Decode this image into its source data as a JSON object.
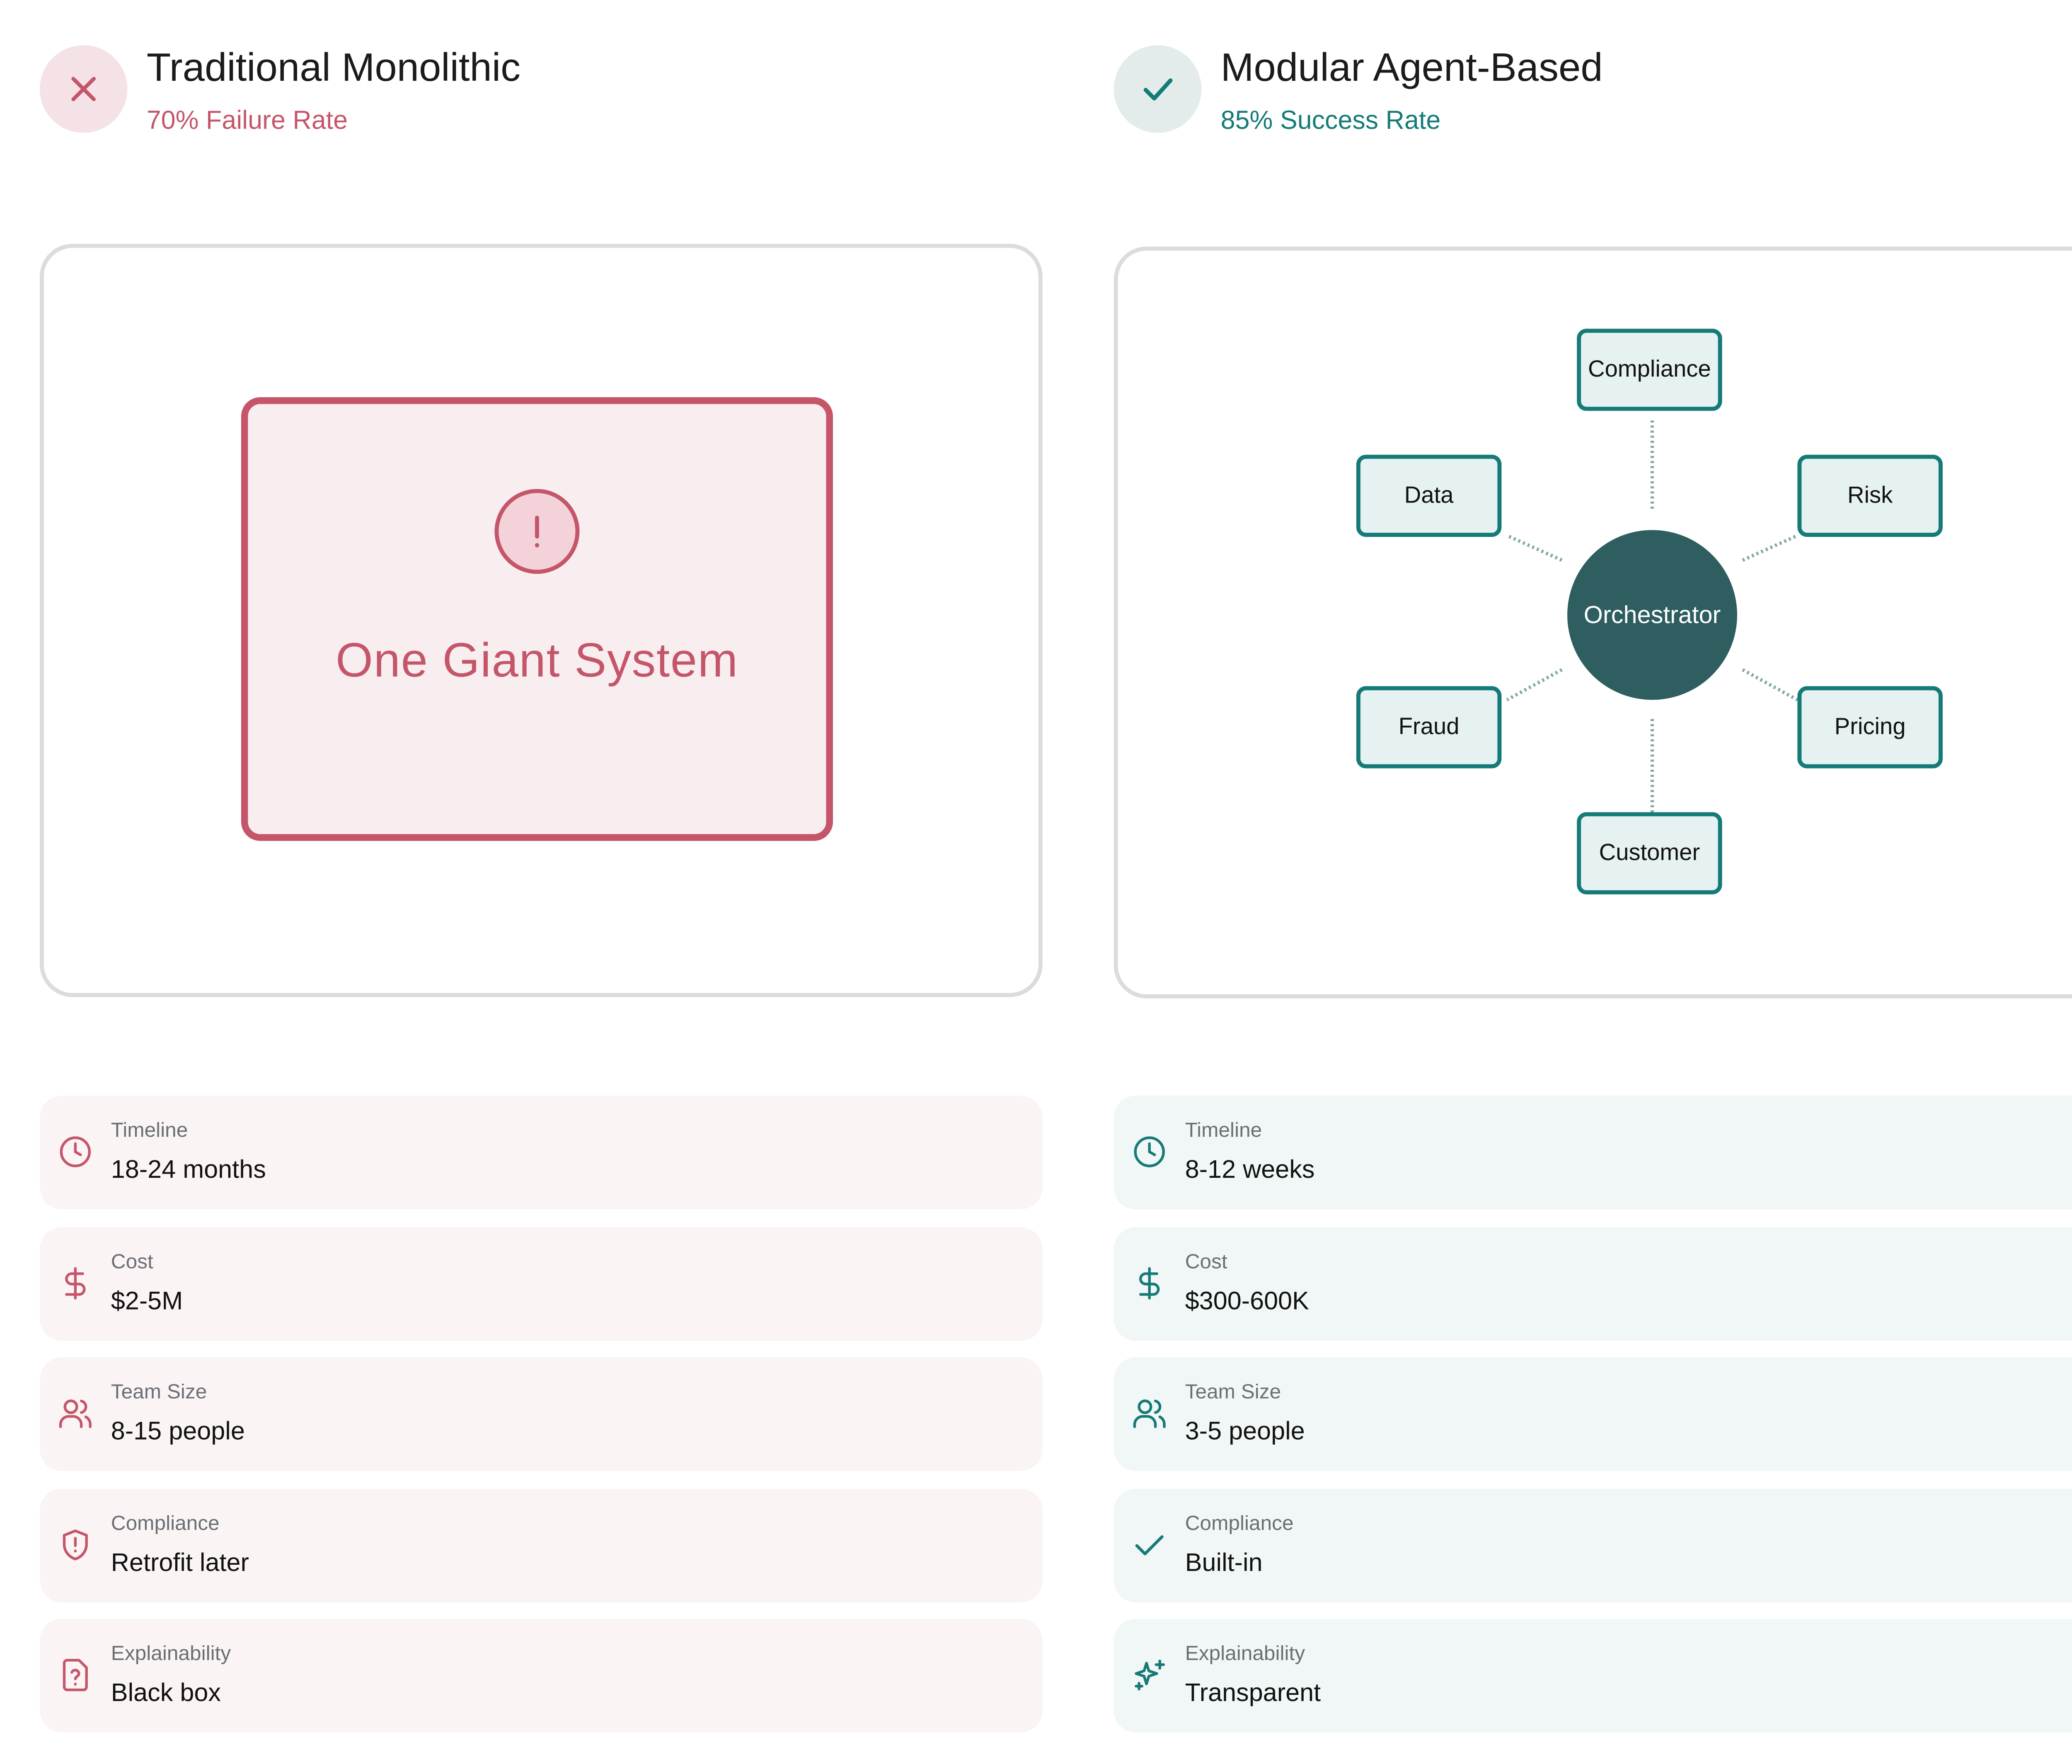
{
  "colors": {
    "negative_accent": "#c5566a",
    "negative_badge_bg": "#f5e2e6",
    "negative_row_bg": "#fbf4f4",
    "positive_accent": "#157b78",
    "positive_badge_bg": "#e4eceb",
    "positive_row_bg": "#f1f7f6",
    "hub_fill": "#2e5e5f",
    "text_dark": "#111111",
    "text_muted": "#6a6f75"
  },
  "traditional": {
    "icon": "x-icon",
    "title": "Traditional Monolithic",
    "subtitle": "70% Failure Rate",
    "diagram": {
      "icon": "alert-icon",
      "box_label": "One Giant System"
    },
    "metrics": [
      {
        "icon": "clock-icon",
        "label": "Timeline",
        "value": "18-24 months"
      },
      {
        "icon": "dollar-icon",
        "label": "Cost",
        "value": "$2-5M"
      },
      {
        "icon": "users-icon",
        "label": "Team Size",
        "value": "8-15 people"
      },
      {
        "icon": "shield-alert-icon",
        "label": "Compliance",
        "value": "Retrofit later"
      },
      {
        "icon": "file-question-icon",
        "label": "Explainability",
        "value": "Black box"
      }
    ]
  },
  "modular": {
    "icon": "check-icon",
    "title": "Modular Agent-Based",
    "subtitle": "85% Success Rate",
    "diagram": {
      "hub_label": "Orchestrator",
      "nodes": [
        "Compliance",
        "Risk",
        "Pricing",
        "Customer",
        "Fraud",
        "Data"
      ]
    },
    "metrics": [
      {
        "icon": "clock-icon",
        "label": "Timeline",
        "value": "8-12 weeks"
      },
      {
        "icon": "dollar-icon",
        "label": "Cost",
        "value": "$300-600K"
      },
      {
        "icon": "users-icon",
        "label": "Team Size",
        "value": "3-5 people"
      },
      {
        "icon": "check-icon",
        "label": "Compliance",
        "value": "Built-in"
      },
      {
        "icon": "sparkles-icon",
        "label": "Explainability",
        "value": "Transparent"
      }
    ]
  }
}
